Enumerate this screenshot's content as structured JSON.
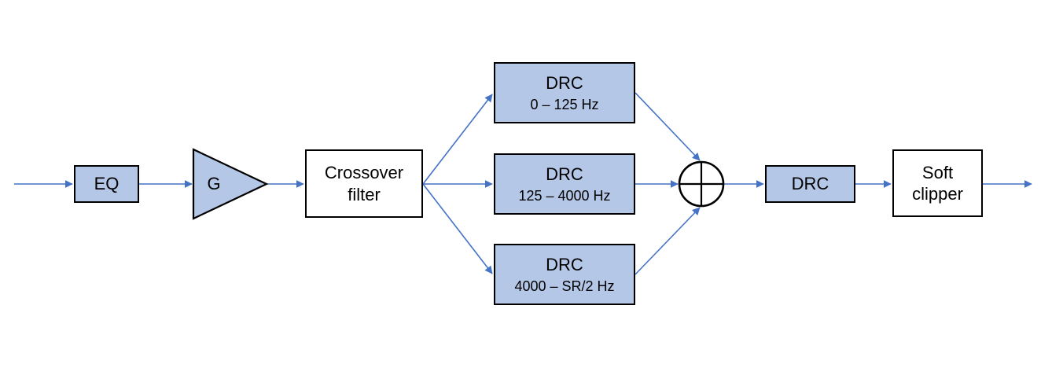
{
  "diagram": {
    "type": "signal-flow-block-diagram",
    "colors": {
      "block_fill": "#b4c7e7",
      "block_border": "#000000",
      "arrow": "#4472c4",
      "white_fill": "#ffffff",
      "text": "#000000",
      "background": "#ffffff"
    },
    "blocks": {
      "eq": {
        "label": "EQ"
      },
      "gain": {
        "label": "G"
      },
      "crossover": {
        "lines": [
          "Crossover",
          "filter"
        ]
      },
      "drc_low": {
        "title": "DRC",
        "range": "0 – 125 Hz"
      },
      "drc_mid": {
        "title": "DRC",
        "range": "125 – 4000 Hz"
      },
      "drc_high": {
        "title": "DRC",
        "range": "4000 – SR/2 Hz"
      },
      "summing_junction": {
        "symbol": "⊕"
      },
      "drc_post": {
        "label": "DRC"
      },
      "soft_clipper": {
        "lines": [
          "Soft",
          "clipper"
        ]
      }
    }
  }
}
